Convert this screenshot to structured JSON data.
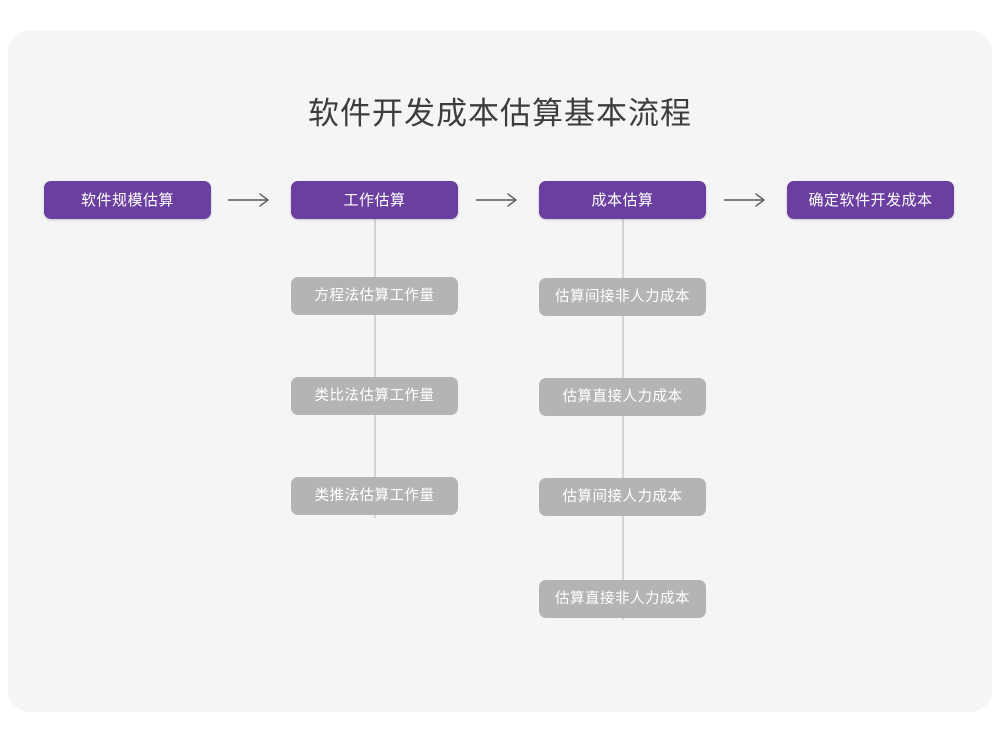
{
  "page": {
    "background_color": "#ffffff",
    "card_color": "#f5f5f5"
  },
  "header": {
    "title": "软件开发成本估算基本流程"
  },
  "colors": {
    "primary_node": "#6b3fa0",
    "secondary_node": "#b4b4b4",
    "connector": "#d4d4d4",
    "arrow": "#555555",
    "title_text": "#3d3d3d",
    "node_text": "#ffffff"
  },
  "chart_data": {
    "type": "diagram",
    "title": "软件开发成本估算基本流程",
    "orientation": "left-to-right",
    "main_stages": [
      {
        "id": "stage-1",
        "label": "软件规模估算",
        "children": []
      },
      {
        "id": "stage-2",
        "label": "工作估算",
        "children": [
          "方程法估算工作量",
          "类比法估算工作量",
          "类推法估算工作量"
        ]
      },
      {
        "id": "stage-3",
        "label": "成本估算",
        "children": [
          "估算间接非人力成本",
          "估算直接人力成本",
          "估算间接人力成本",
          "估算直接非人力成本"
        ]
      },
      {
        "id": "stage-4",
        "label": "确定软件开发成本",
        "children": []
      }
    ],
    "connectors": [
      {
        "from": "stage-1",
        "to": "stage-2",
        "style": "arrow"
      },
      {
        "from": "stage-2",
        "to": "stage-3",
        "style": "arrow"
      },
      {
        "from": "stage-3",
        "to": "stage-4",
        "style": "arrow"
      }
    ]
  },
  "flow": {
    "row1": [
      {
        "label": "软件规模估算"
      },
      {
        "label": "工作估算"
      },
      {
        "label": "成本估算"
      },
      {
        "label": "确定软件开发成本"
      }
    ],
    "col2_children": [
      {
        "label": "方程法估算工作量"
      },
      {
        "label": "类比法估算工作量"
      },
      {
        "label": "类推法估算工作量"
      }
    ],
    "col3_children": [
      {
        "label": "估算间接非人力成本"
      },
      {
        "label": "估算直接人力成本"
      },
      {
        "label": "估算间接人力成本"
      },
      {
        "label": "估算直接非人力成本"
      }
    ],
    "arrow_icon": "arrow-right-icon"
  }
}
